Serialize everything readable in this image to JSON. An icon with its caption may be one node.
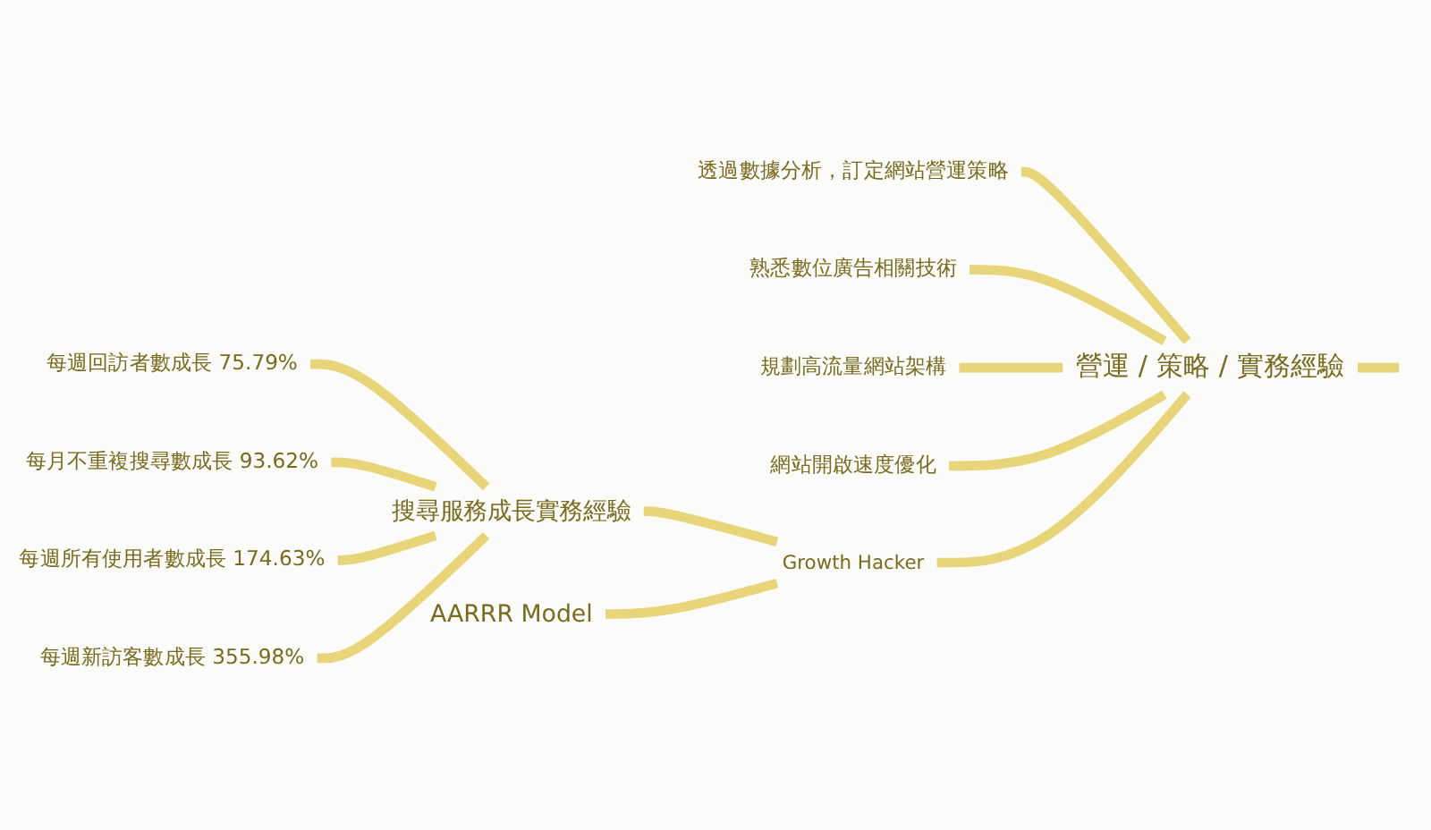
{
  "diagram": {
    "nodes": [
      {
        "text": [
          "營運 / 策略 / 實務經驗"
        ]
      },
      {
        "text": [
          "透過數據分析，訂定網站營運策略"
        ]
      },
      {
        "text": [
          "熟悉數位廣告相關技術"
        ]
      },
      {
        "text": [
          "規劃高流量網站架構"
        ]
      },
      {
        "text": [
          "網站開啟速度優化"
        ]
      },
      {
        "text": [
          "Growth Hacker"
        ]
      },
      {
        "text": [
          "搜尋服務成長實務經驗"
        ]
      },
      {
        "text": [
          "每週回訪者數成長 75.79%"
        ]
      },
      {
        "text": [
          "每月不重複搜尋數成長 93.62%"
        ]
      },
      {
        "text": [
          "每週所有使用者數成長 174.63%"
        ]
      },
      {
        "text": [
          "每週新訪客數成長 355.98%"
        ]
      },
      {
        "text": [
          "AARRR Model"
        ]
      }
    ],
    "edges": [
      {
        "from": null,
        "to": 0,
        "arrow": "none"
      },
      {
        "from": 0,
        "to": 1,
        "arrow": "none"
      },
      {
        "from": 0,
        "to": 2,
        "arrow": "none"
      },
      {
        "from": 0,
        "to": 3,
        "arrow": "none"
      },
      {
        "from": 0,
        "to": 4,
        "arrow": "none"
      },
      {
        "from": 0,
        "to": 5,
        "arrow": "none"
      },
      {
        "from": 5,
        "to": 6,
        "arrow": "none"
      },
      {
        "from": 6,
        "to": 7,
        "arrow": "none"
      },
      {
        "from": 6,
        "to": 8,
        "arrow": "none"
      },
      {
        "from": 6,
        "to": 9,
        "arrow": "none"
      },
      {
        "from": 6,
        "to": 10,
        "arrow": "none"
      },
      {
        "from": 5,
        "to": 11,
        "arrow": "none"
      }
    ]
  }
}
